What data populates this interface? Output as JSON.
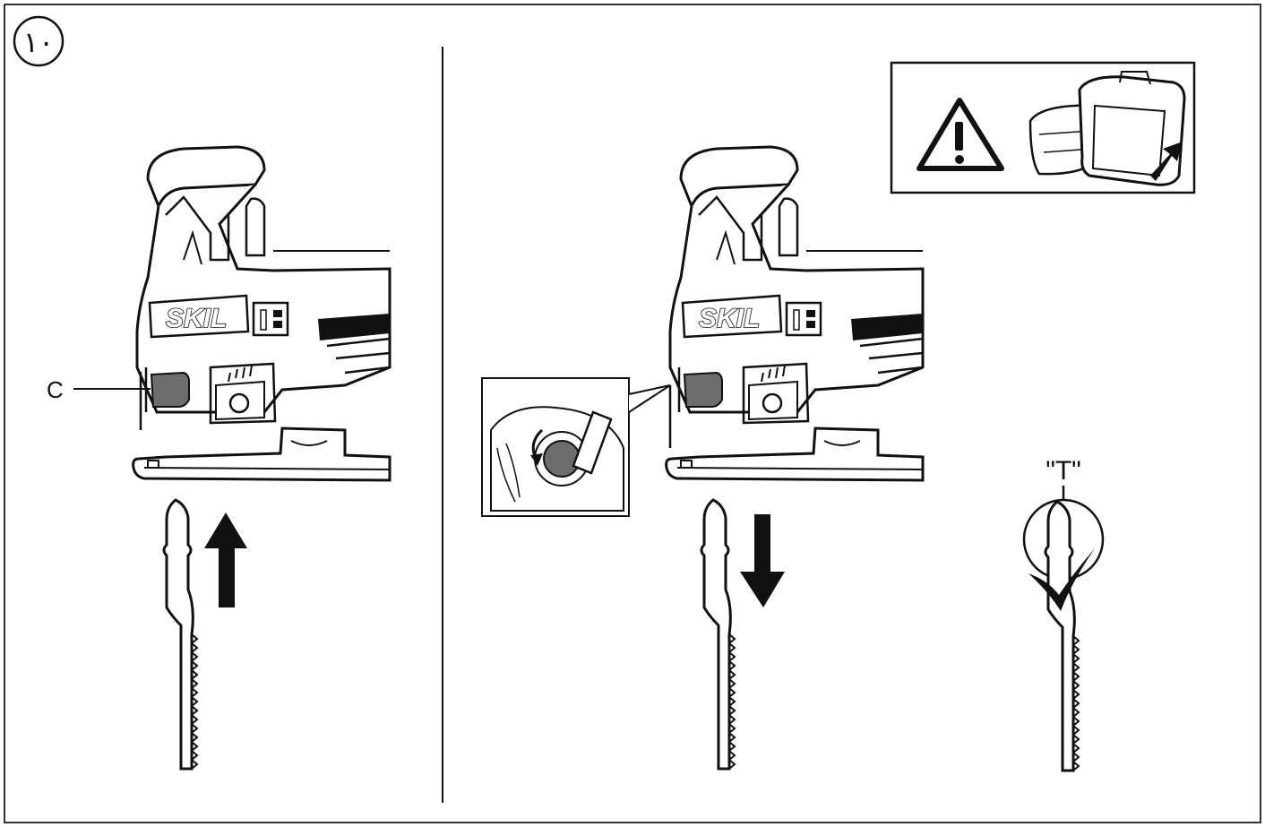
{
  "figure": {
    "step_number": "١٠",
    "callout_letter": "C",
    "blade_type_label": "\"T\"",
    "brand_logo": "SKIL",
    "colors": {
      "line": "#111111",
      "button_fill": "#6d6d6d",
      "background": "#ffffff"
    },
    "icons": [
      "warning-triangle-icon",
      "battery-removal-icon",
      "arrow-up-icon",
      "arrow-down-icon",
      "rotate-arrow-icon",
      "checkmark-icon"
    ]
  }
}
